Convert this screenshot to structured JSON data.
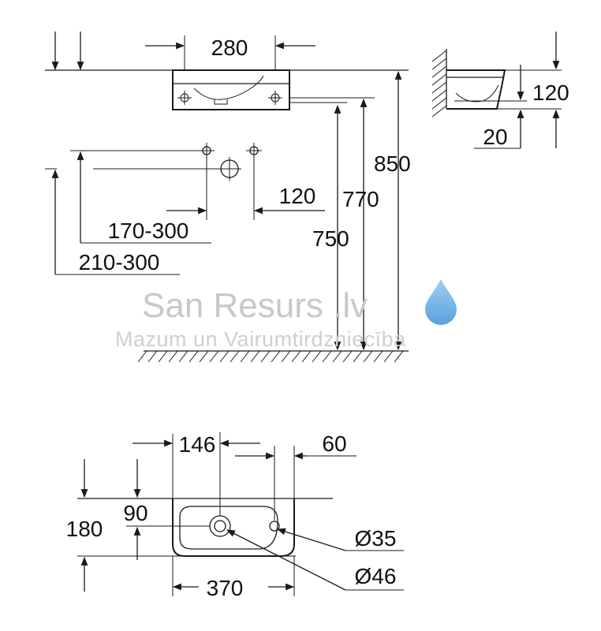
{
  "dimensions": {
    "top_width": "280",
    "overall_height": "850",
    "height_770": "770",
    "height_750": "750",
    "hole_spacing": "120",
    "range_170_300": "170-300",
    "range_210_300": "210-300",
    "side_height": "120",
    "side_offset": "20",
    "plan_146": "146",
    "plan_60": "60",
    "plan_90": "90",
    "plan_180": "180",
    "plan_370": "370",
    "diameter_35": "Ø35",
    "diameter_46": "Ø46"
  },
  "watermark": {
    "title": "San Resurs .lv",
    "subtitle": "Mazum un Vairumtirdzniecība",
    "drop_color": "#5aa9e6"
  }
}
